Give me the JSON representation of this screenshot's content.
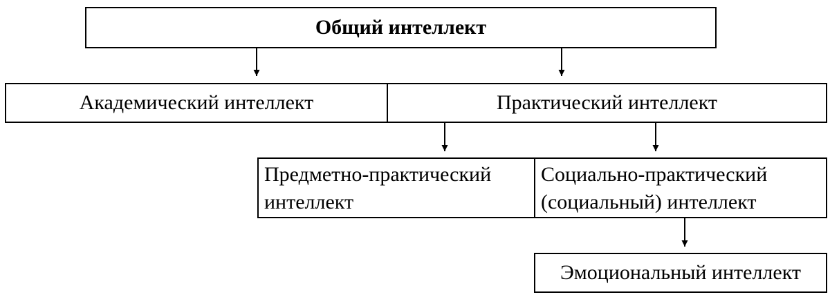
{
  "general": "Общий интеллект",
  "academic": "Академический интеллект",
  "practical": "Практический интеллект",
  "subject_practical": [
    "Предметно-практический",
    "интеллект"
  ],
  "social_practical": [
    "Социально-практический",
    "(социальный) интеллект"
  ],
  "emotional": "Эмоциональный интеллект"
}
